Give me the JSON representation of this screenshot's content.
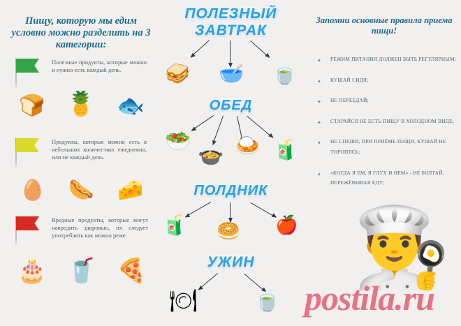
{
  "background_color": "#f1f0ee",
  "accent_color": "#1d6a8e",
  "meal_color": "#2aa2e8",
  "left": {
    "header": "Пищу, которую мы едим условно можно разде­лить на 3 категории:",
    "categories": [
      {
        "flag_color": "#35a447",
        "flag_name": "green-flag",
        "text": "Полезные продукты, кото­рые можно и нужно есть каждый день.",
        "foods": [
          {
            "name": "bread-loaves",
            "glyph": "🍞"
          },
          {
            "name": "fruit-bowl",
            "glyph": "🍍"
          },
          {
            "name": "fish",
            "glyph": "🐟"
          }
        ]
      },
      {
        "flag_color": "#d9d92a",
        "flag_name": "yellow-flag",
        "text": "Продукты, которые можно есть в небольших количе­ствах ежедневно, или не каж­дый день.",
        "foods": [
          {
            "name": "eggs",
            "glyph": "🥚"
          },
          {
            "name": "sausages",
            "glyph": "🌭"
          },
          {
            "name": "cheese",
            "glyph": "🧀"
          }
        ]
      },
      {
        "flag_color": "#d62a22",
        "flag_name": "red-flag",
        "text": "Вредные продукты, которые могут навредить здоровью, их следует употреблять как мож­но реже.",
        "foods": [
          {
            "name": "cake",
            "glyph": "🎂"
          },
          {
            "name": "cola-bottle",
            "glyph": "🥤"
          },
          {
            "name": "pizza",
            "glyph": "🍕"
          }
        ]
      }
    ]
  },
  "center": {
    "meals": [
      {
        "name": "breakfast",
        "title_line1": "ПОЛЕЗНЫЙ",
        "title_line2": "ЗАВТРАК",
        "items": [
          {
            "name": "cheese-sandwich",
            "glyph": "🥪"
          },
          {
            "name": "porridge-bowl",
            "glyph": "🥣"
          },
          {
            "name": "tea-with-lemon",
            "glyph": "🍵"
          }
        ]
      },
      {
        "name": "lunch",
        "title_line1": "ОБЕД",
        "title_line2": "",
        "items": [
          {
            "name": "vegetable-salad",
            "glyph": "🥗"
          },
          {
            "name": "borscht-soup",
            "glyph": "🍲"
          },
          {
            "name": "main-dish",
            "glyph": "🍛"
          },
          {
            "name": "berry-juice",
            "glyph": "🧃"
          }
        ]
      },
      {
        "name": "afternoon-snack",
        "title_line1": "ПОЛДНИК",
        "title_line2": "",
        "items": [
          {
            "name": "orange-juice",
            "glyph": "🧃"
          },
          {
            "name": "bun",
            "glyph": "🥯"
          },
          {
            "name": "apple",
            "glyph": "🍎"
          }
        ]
      },
      {
        "name": "dinner",
        "title_line1": "УЖИН",
        "title_line2": "",
        "items": [
          {
            "name": "grilled-fish-plate",
            "glyph": "🍽"
          },
          {
            "name": "tea-cup",
            "glyph": "🍵"
          }
        ]
      }
    ]
  },
  "right": {
    "header": "Запомни основные прави­ла приема пищи!",
    "bullet_glyph": "✦",
    "rules": [
      "РЕЖИМ ПИТАНИЯ ДОЛЖЕН БЫТЬ РЕ­ГУЛЯРНЫМ;",
      "КУШАЙ СИДЯ;",
      "НЕ ПЕРЕЕДАЙ;",
      "СТАРАЙСЯ НЕ ЕСТЬ ПИЩУ В ХОЛОД­НОМ ВИДЕ;",
      "НЕ СПЕШИ, ПРИ ПРИЁМЕ ПИЩИ, КУ­ШАЙ НЕ ТОРОПЯСЬ;",
      "«КОГДА Я ЕМ, Я ГЛУХ И НЕМ» - НЕ БОЛТАЙ, ПЕРЕЖЁВЫВАЯ ЕДУ;"
    ]
  },
  "mascot": {
    "name": "chef-cook-character",
    "glyph": "👨‍🍳"
  },
  "watermark": "postila.ru"
}
